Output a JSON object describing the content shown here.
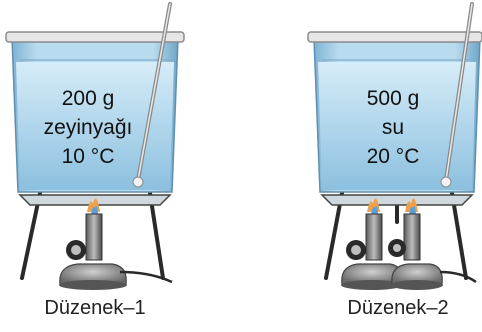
{
  "setups": [
    {
      "caption": "Düzenek–1",
      "mass": "200 g",
      "substance": "zeyinyağı",
      "temperature": "10 °C",
      "burner_count": 1
    },
    {
      "caption": "Düzenek–2",
      "mass": "500 g",
      "substance": "su",
      "temperature": "20 °C",
      "burner_count": 2
    }
  ],
  "colors": {
    "liquid_top": "#c9e4f3",
    "liquid_bottom": "#8fc3e0",
    "beaker_rim": "#d8d8d8",
    "stand": "#2a2a2a",
    "burner_body": "#7a7a7a",
    "flame_outer": "#f0a04a",
    "flame_inner": "#5aa0d8"
  }
}
